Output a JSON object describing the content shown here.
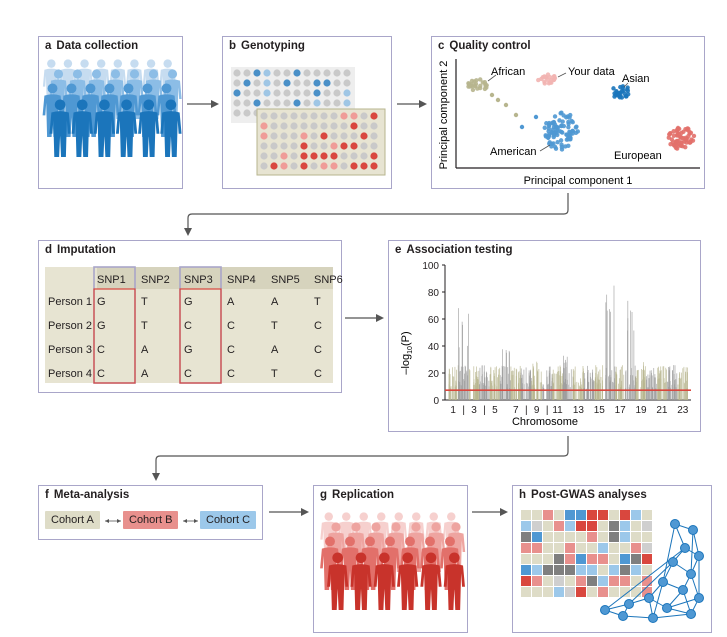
{
  "colors": {
    "panel_border": "#a9a6c9",
    "blue": "#1b75bb",
    "light_blue": "#8cbde6",
    "red": "#d9473e",
    "light_red": "#f2b4b1",
    "olive": "#b7b58e",
    "olive_bg": "#e7e4d2",
    "grey_dot": "#c9c9c9",
    "orange": "#f4a259",
    "dark_grey": "#7f7f7f",
    "cohort_a": "#dedcc7",
    "cohort_b": "#e8908d",
    "cohort_c": "#9cc8ea"
  },
  "panels": {
    "a": {
      "letter": "a",
      "title": "Data collection"
    },
    "b": {
      "letter": "b",
      "title": "Genotyping"
    },
    "c": {
      "letter": "c",
      "title": "Quality control"
    },
    "d": {
      "letter": "d",
      "title": "Imputation"
    },
    "e": {
      "letter": "e",
      "title": "Association testing"
    },
    "f": {
      "letter": "f",
      "title": "Meta-analysis"
    },
    "g": {
      "letter": "g",
      "title": "Replication"
    },
    "h": {
      "letter": "h",
      "title": "Post-GWAS analyses"
    }
  },
  "qc": {
    "xlabel": "Principal component 1",
    "ylabel": "Principal component 2",
    "labels": {
      "african": "African",
      "your_data": "Your data",
      "asian": "Asian",
      "american": "American",
      "european": "European"
    }
  },
  "imputation": {
    "columns": [
      "SNP1",
      "SNP2",
      "SNP3",
      "SNP4",
      "SNP5",
      "SNP6"
    ],
    "rows": [
      {
        "name": "Person 1",
        "values": [
          "G",
          "T",
          "G",
          "A",
          "A",
          "T"
        ]
      },
      {
        "name": "Person 2",
        "values": [
          "G",
          "T",
          "C",
          "C",
          "T",
          "C"
        ]
      },
      {
        "name": "Person 3",
        "values": [
          "C",
          "A",
          "G",
          "C",
          "A",
          "C"
        ]
      },
      {
        "name": "Person 4",
        "values": [
          "C",
          "A",
          "C",
          "C",
          "T",
          "C"
        ]
      }
    ]
  },
  "association": {
    "ylabel_prefix": "–log",
    "ylabel_sub": "10",
    "ylabel_suffix": "(P)",
    "xlabel": "Chromosome",
    "yticks": [
      "0",
      "20",
      "40",
      "60",
      "80",
      "100"
    ],
    "xticks": [
      "1",
      "3",
      "5",
      "7",
      "9",
      "11",
      "13",
      "15",
      "17",
      "19",
      "21",
      "23"
    ],
    "xticks_pipe": [
      "|",
      "|",
      "|",
      "|"
    ],
    "threshold_color": "#d9473e"
  },
  "meta": {
    "cohorts": [
      "Cohort A",
      "Cohort B",
      "Cohort C"
    ]
  }
}
